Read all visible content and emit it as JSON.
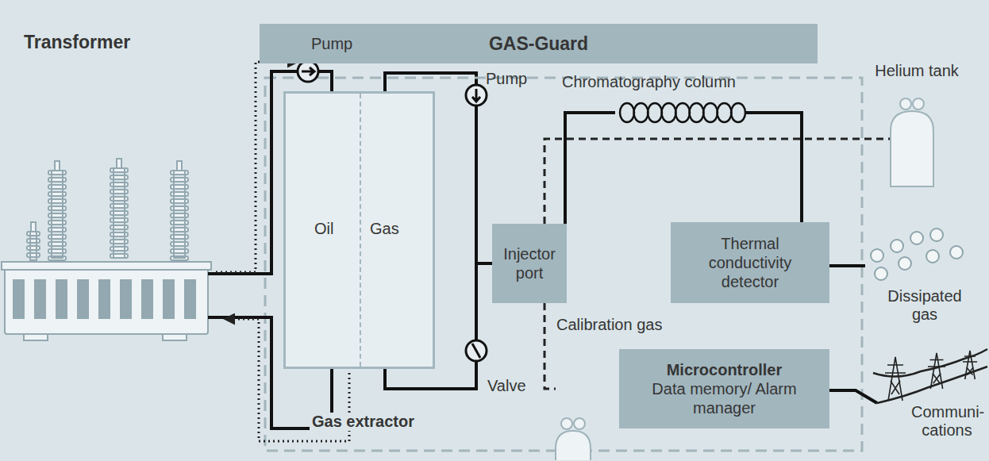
{
  "diagram": {
    "nodes": [
      {
        "text": [
          "GAS-Guard"
        ]
      },
      {
        "text": [
          "Oil",
          "Gas"
        ]
      },
      {
        "text": [
          "Injector port"
        ]
      },
      {
        "text": [
          "Thermal conductivity detector"
        ]
      },
      {
        "text": [
          "Microcontroller",
          "Data memory/ Alarm manager"
        ]
      }
    ],
    "edges": [
      {
        "from": 1,
        "to": 2,
        "arrow": "none"
      },
      {
        "from": 2,
        "to": 3,
        "arrow": "none",
        "label": "Chromatography column"
      }
    ],
    "labels": [
      "Transformer",
      "Pump",
      "Pump",
      "Valve",
      "Gas extractor",
      "Helium tank",
      "Calibration gas",
      "Dissipated gas",
      "Communi- cations"
    ]
  }
}
